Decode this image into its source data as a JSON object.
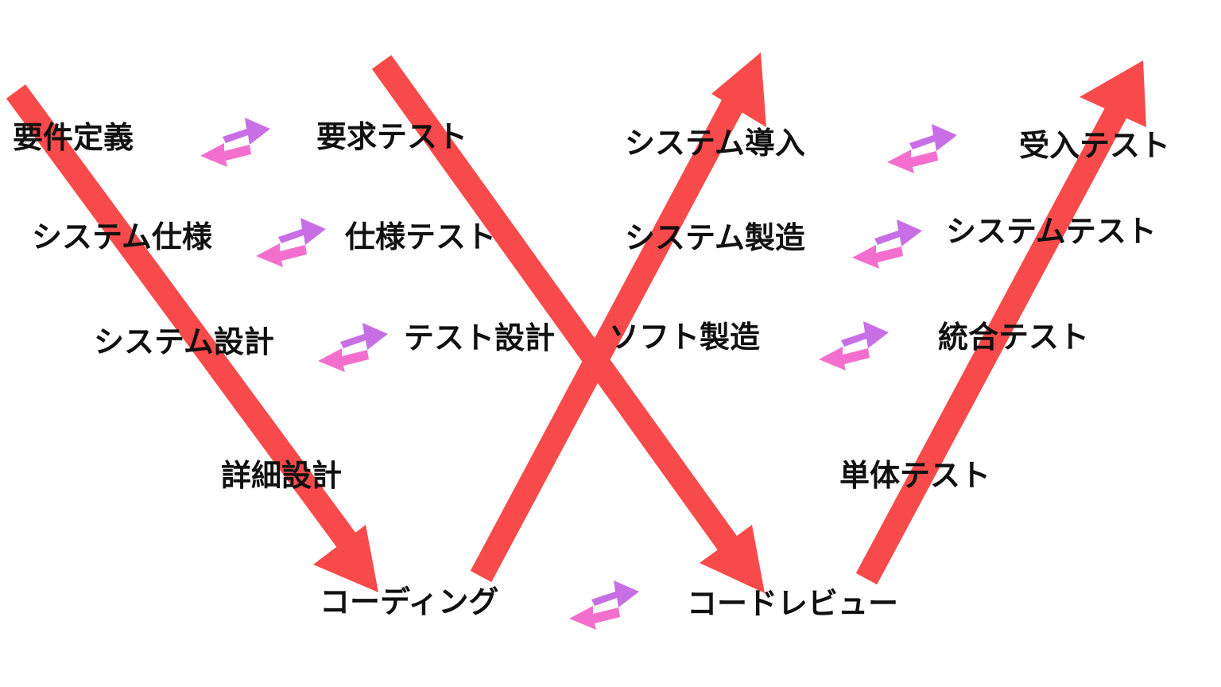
{
  "colors": {
    "arrow": "#f84a4a",
    "pair_upper": "#c86fe6",
    "pair_lower": "#f36fcd",
    "text": "#111111"
  },
  "left_v": {
    "top": "要件定義",
    "row2": "システム仕様",
    "row3": "システム設計",
    "row4": "詳細設計",
    "bottom": "コーディング"
  },
  "left_tests": {
    "row1": "要求テスト",
    "row2": "仕様テスト",
    "row3": "テスト設計"
  },
  "right_v": {
    "row1": "システム導入",
    "row2": "システム製造",
    "row3": "ソフト製造",
    "bottom": "コードレビュー"
  },
  "right_tests": {
    "row1": "受入テスト",
    "row2": "システムテスト",
    "row3": "統合テスト",
    "row4": "単体テスト"
  },
  "icons": {
    "pair_arrow": "bidirectional-arrows-icon",
    "flow_arrow": "flow-arrow-icon"
  }
}
